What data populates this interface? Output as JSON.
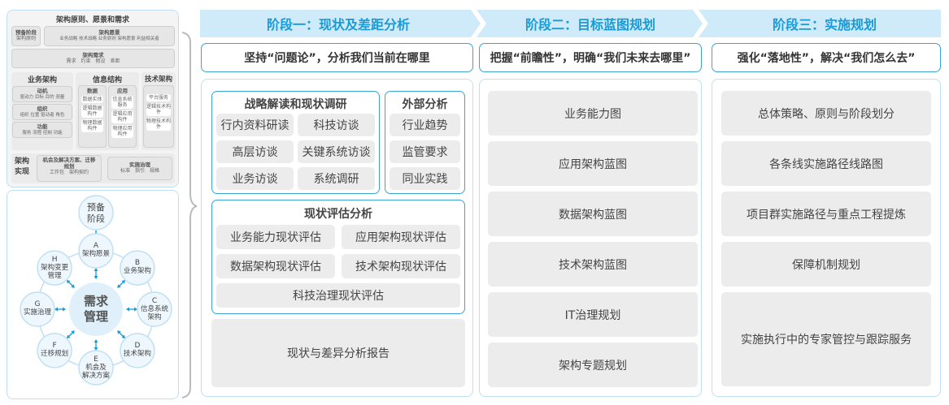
{
  "left_top": {
    "title": "架构原则、愿景和需求",
    "prep": {
      "title": "预备阶段",
      "sub": "架构原则"
    },
    "vision": {
      "title": "架构愿景",
      "sub": "业务战略 技术战略 业务原则 架构愿景 利益相关者"
    },
    "req": {
      "title": "架构需求",
      "sub": "需求　约束　假设　差距"
    },
    "business": {
      "title": "业务架构",
      "boxes": [
        {
          "title": "动机",
          "sub": "驱动力 目标 目的 测量"
        },
        {
          "title": "组织",
          "sub": "组织 位置 驱动者 角色"
        },
        {
          "title": "功能",
          "sub": "服务 流程 控制 功能"
        }
      ]
    },
    "info": {
      "title": "信息结构",
      "data": {
        "title": "数据",
        "items": [
          "数据实体",
          "逻辑数据构件",
          "物理数据构件"
        ]
      },
      "app": {
        "title": "应用",
        "items": [
          "信息系统服务",
          "逻辑应用构件",
          "物理应用构件"
        ]
      }
    },
    "tech": {
      "title": "技术架构",
      "items": [
        "平台服务",
        "逻辑技术构件",
        "物理技术构件"
      ]
    },
    "impl": {
      "title": "架构实现",
      "opp": {
        "title": "机会及解决方案、迁移规划",
        "sub": "工作包　架构契约"
      },
      "gov": {
        "title": "实施治理",
        "sub": "标准　指引　规格"
      }
    }
  },
  "cycle": {
    "center": "需求管理",
    "prep": "预备阶段",
    "nodes": [
      {
        "letter": "A",
        "label": "架构愿景"
      },
      {
        "letter": "B",
        "label": "业务架构"
      },
      {
        "letter": "C",
        "label": "信息系统架构"
      },
      {
        "letter": "D",
        "label": "技术架构"
      },
      {
        "letter": "E",
        "label": "机会及解决方案"
      },
      {
        "letter": "F",
        "label": "迁移规划"
      },
      {
        "letter": "G",
        "label": "实施治理"
      },
      {
        "letter": "H",
        "label": "架构变更管理"
      }
    ]
  },
  "phases": [
    {
      "title": "阶段一：现状及差距分析",
      "subtitle": "坚持“问题论”，分析我们当前在哪里"
    },
    {
      "title": "阶段二：目标蓝图规划",
      "subtitle": "把握“前瞻性”，明确“我们未来去哪里”",
      "items": [
        "业务能力图",
        "应用架构蓝图",
        "数据架构蓝图",
        "技术架构蓝图",
        "IT治理规划",
        "架构专题规划"
      ]
    },
    {
      "title": "阶段三：实施规划",
      "subtitle": "强化“落地性”，解决“我们怎么去”",
      "items": [
        "总体策略、原则与阶段划分",
        "各条线实施路径线路图",
        "项目群实施路径与重点工程提炼",
        "保障机制规划",
        "实施执行中的专家管控与跟踪服务"
      ]
    }
  ],
  "phase1": {
    "strategy": {
      "title": "战略解读和现状调研",
      "items": [
        "行内资料研读",
        "科技访谈",
        "高层访谈",
        "关键系统访谈",
        "业务访谈",
        "系统调研"
      ]
    },
    "external": {
      "title": "外部分析",
      "items": [
        "行业趋势",
        "监管要求",
        "同业实践"
      ]
    },
    "assess": {
      "title": "现状评估分析",
      "items": [
        "业务能力现状评估",
        "应用架构现状评估",
        "数据架构现状评估",
        "技术架构现状评估",
        "科技治理现状评估"
      ]
    },
    "report": "现状与差异分析报告"
  },
  "colors": {
    "accent": "#1a9ad6",
    "border": "#3aa3d8",
    "banner": "#cfeaf9",
    "gray": "#ececec"
  }
}
